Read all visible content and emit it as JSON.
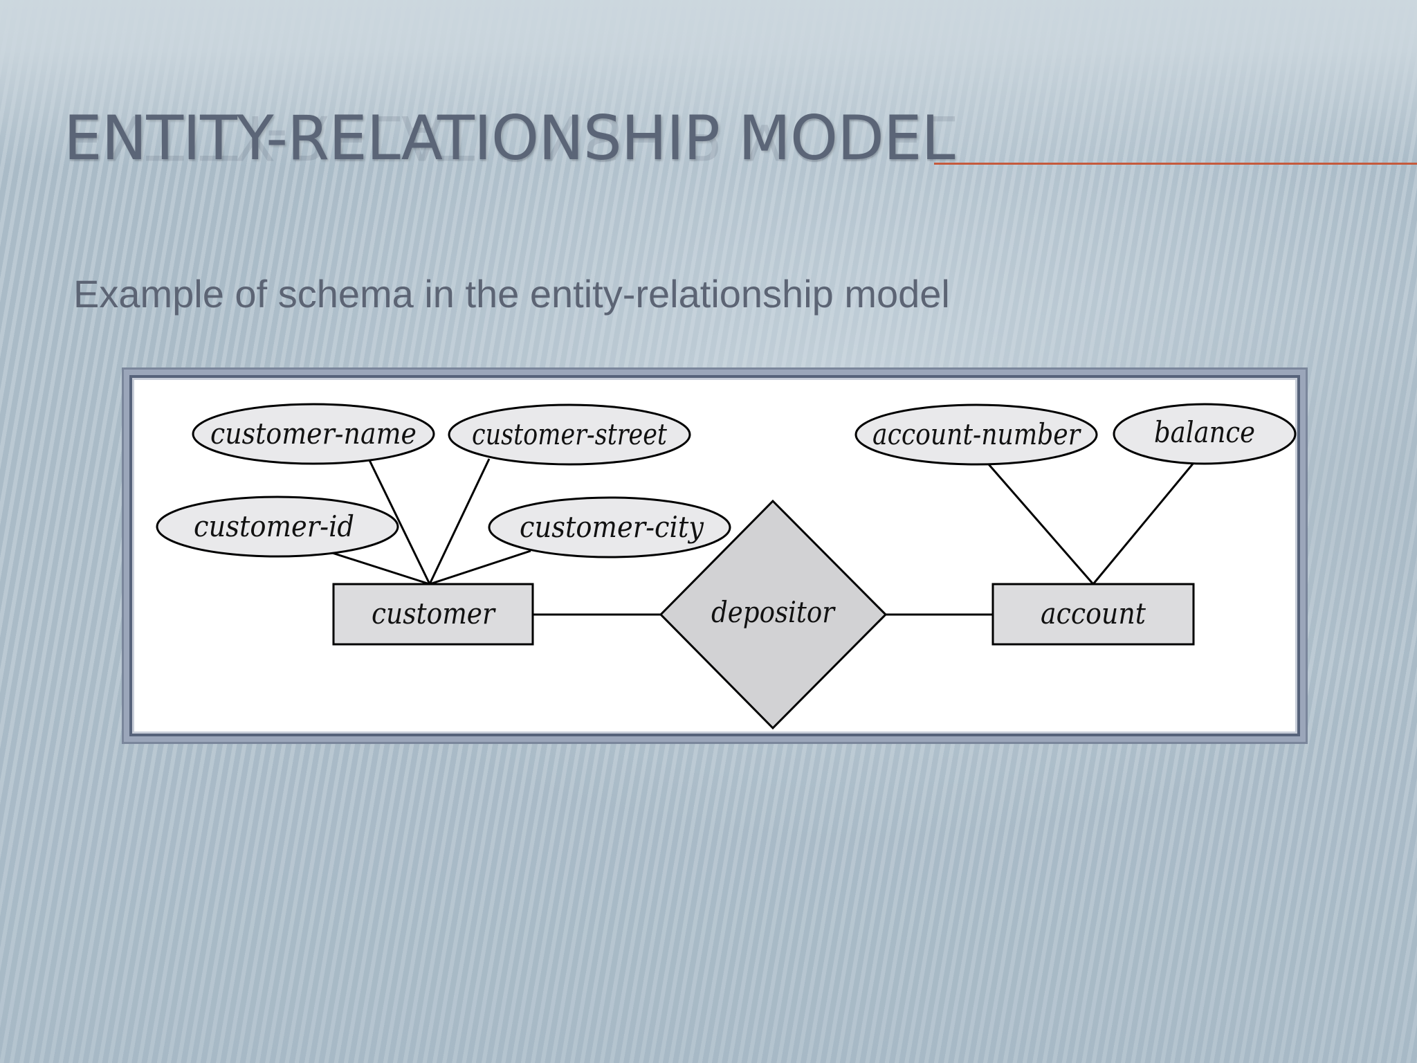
{
  "slide": {
    "title": "ENTITY-RELATIONSHIP MODEL",
    "subtitle": "Example of schema in the entity-relationship model",
    "accent_color": "#c55a3c",
    "title_color": "#5b6577"
  },
  "diagram": {
    "entities": [
      {
        "id": "customer",
        "label": "customer"
      },
      {
        "id": "account",
        "label": "account"
      }
    ],
    "relationships": [
      {
        "id": "depositor",
        "label": "depositor",
        "connects": [
          "customer",
          "account"
        ]
      }
    ],
    "attributes": [
      {
        "id": "customer-name",
        "label": "customer-name",
        "entity": "customer"
      },
      {
        "id": "customer-street",
        "label": "customer-street",
        "entity": "customer"
      },
      {
        "id": "customer-id",
        "label": "customer-id",
        "entity": "customer"
      },
      {
        "id": "customer-city",
        "label": "customer-city",
        "entity": "customer"
      },
      {
        "id": "account-number",
        "label": "account-number",
        "entity": "account"
      },
      {
        "id": "balance",
        "label": "balance",
        "entity": "account"
      }
    ],
    "colors": {
      "attribute_fill": "#e9e9eb",
      "entity_fill": "#dcdcde",
      "relationship_fill": "#d2d2d4"
    }
  }
}
